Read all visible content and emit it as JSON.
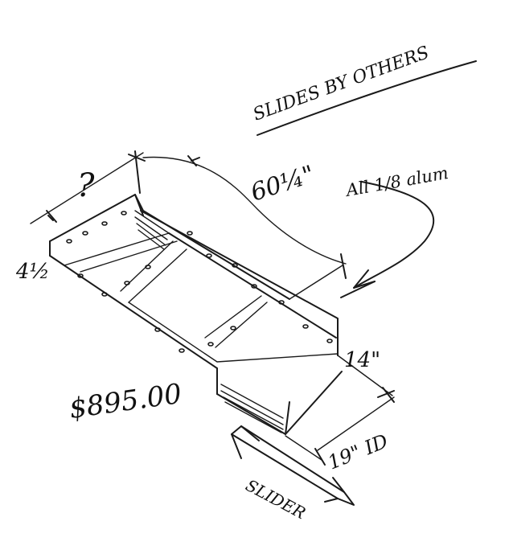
{
  "annotations": {
    "slides_by_others": "SLIDES BY OTHERS",
    "width_unknown": "?",
    "length": "60¼\"",
    "material": "All 1/8 alum",
    "end_height": "4½",
    "side_height": "14\"",
    "inside_width": "19\" ID",
    "price": "$895.00",
    "slider": "SLIDER"
  }
}
